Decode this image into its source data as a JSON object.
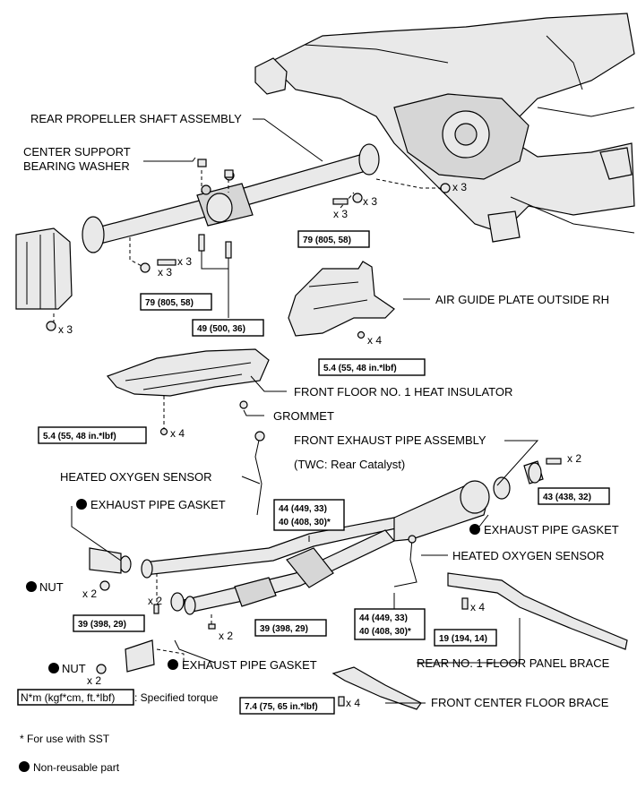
{
  "labels": {
    "rear_propeller_shaft": "REAR PROPELLER SHAFT ASSEMBLY",
    "center_support_1": "CENTER SUPPORT",
    "center_support_2": "BEARING WASHER",
    "air_guide_plate": "AIR GUIDE PLATE OUTSIDE RH",
    "heat_insulator": "FRONT FLOOR NO. 1 HEAT INSULATOR",
    "grommet": "GROMMET",
    "front_exhaust_pipe": "FRONT EXHAUST PIPE ASSEMBLY",
    "twc_note": "(TWC: Rear Catalyst)",
    "heated_o2_sensor_left": "HEATED OXYGEN SENSOR",
    "heated_o2_sensor_right": "HEATED OXYGEN SENSOR",
    "exhaust_gasket_top": "EXHAUST PIPE GASKET",
    "exhaust_gasket_right": "EXHAUST PIPE GASKET",
    "exhaust_gasket_bottom": "EXHAUST PIPE GASKET",
    "nut_top": "NUT",
    "nut_bottom": "NUT",
    "rear_floor_brace": "REAR NO. 1 FLOOR PANEL BRACE",
    "front_center_brace": "FRONT CENTER FLOOR BRACE"
  },
  "quantities": {
    "q_bolt_rear_diff": "x 3",
    "q_bolt_mid_a": "x 3",
    "q_washer_mid": "x 3",
    "q_washer_left": "x 3",
    "q_bolt_left": "x 3",
    "q_nut_left": "x 3",
    "q_air_guide": "x 4",
    "q_heat_ins": "x 4",
    "q_rear_bolt": "x 2",
    "q_nut_top": "x 2",
    "q_gasket_bolt": "x 2",
    "q_bolt_39b": "x 2",
    "q_nut_bottom": "x 2",
    "q_brace_rear": "x 4",
    "q_brace_front": "x 4"
  },
  "torques": {
    "t_79_right": "79 (805, 58)",
    "t_79_left": "79 (805, 58)",
    "t_49": "49 (500, 36)",
    "t_54_air": "5.4 (55, 48 in.*lbf)",
    "t_54_ins": "5.4 (55, 48 in.*lbf)",
    "t_44_top_1": "44 (449, 33)",
    "t_44_top_2": "40 (408, 30)*",
    "t_43": "43 (438, 32)",
    "t_39_left": "39 (398, 29)",
    "t_39_mid": "39 (398, 29)",
    "t_44_bot_1": "44 (449, 33)",
    "t_44_bot_2": "40 (408, 30)*",
    "t_19": "19 (194, 14)",
    "t_74": "7.4 (75, 65 in.*lbf)"
  },
  "legend": {
    "torque_box": "N*m (kgf*cm, ft.*lbf)",
    "torque_desc": ": Specified torque",
    "sst_note": "* For use with SST",
    "non_reusable": "Non-reusable part"
  }
}
